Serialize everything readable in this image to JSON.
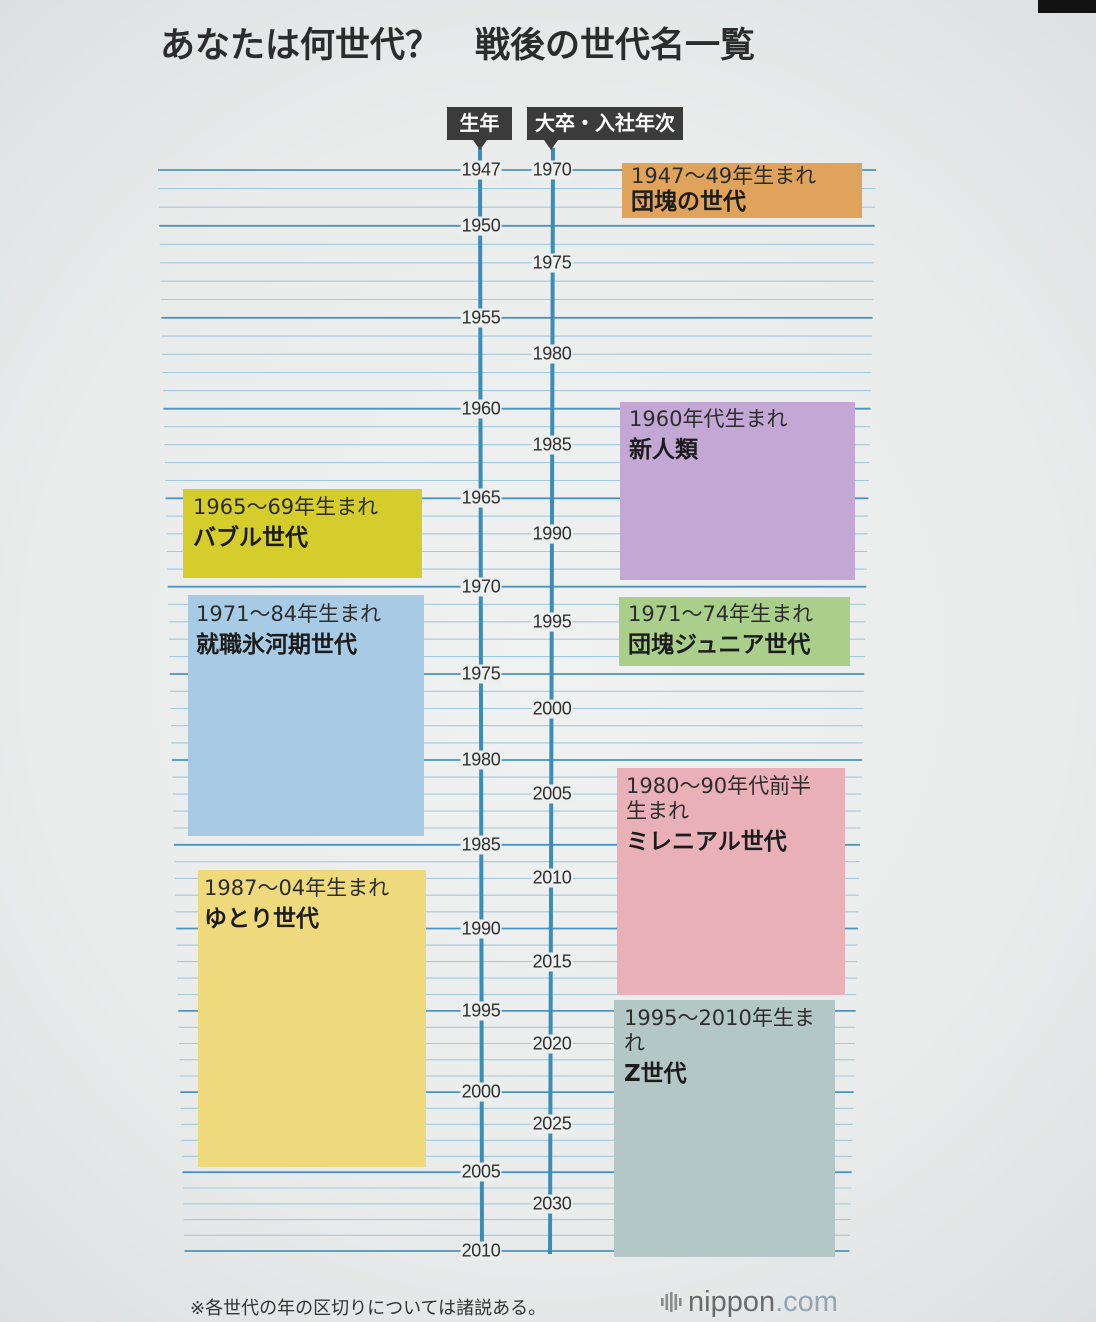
{
  "title": "あなたは何世代？　戦後の世代名一覧",
  "axes": {
    "birth": {
      "label": "生年",
      "ticks": [
        1947,
        1950,
        1955,
        1960,
        1965,
        1970,
        1975,
        1980,
        1985,
        1990,
        1995,
        2000,
        2005,
        2010
      ]
    },
    "entry": {
      "label": "大卒・入社年次",
      "ticks": [
        1970,
        1975,
        1980,
        1985,
        1990,
        1995,
        2000,
        2005,
        2010,
        2015,
        2020,
        2025,
        2030
      ]
    }
  },
  "generations": [
    {
      "period": "1947～49年生まれ",
      "name": "団塊の世代",
      "color": "#e0a35c"
    },
    {
      "period": "1960年代生まれ",
      "name": "新人類",
      "color": "#c3a7d4"
    },
    {
      "period": "1965～69年生まれ",
      "name": "バブル世代",
      "color": "#d4cd2b"
    },
    {
      "period": "1971～84年生まれ",
      "name": "就職氷河期世代",
      "color": "#a7cbe5"
    },
    {
      "period": "1971～74年生まれ",
      "name": "団塊ジュニア世代",
      "color": "#a9cf8b"
    },
    {
      "period": "1980～90年代前半\n生まれ",
      "name": "ミレニアル世代",
      "color": "#e9b0b8"
    },
    {
      "period": "1987～04年生まれ",
      "name": "ゆとり世代",
      "color": "#eed97c"
    },
    {
      "period": "1995～2010年生まれ",
      "name": "Z世代",
      "color": "#b3c8c6"
    }
  ],
  "footnote": "※各世代の年の区切りについては諸説ある。",
  "logo": {
    "name": "nippon",
    "suffix": ".com",
    "icon": "nippon-logo-icon"
  }
}
